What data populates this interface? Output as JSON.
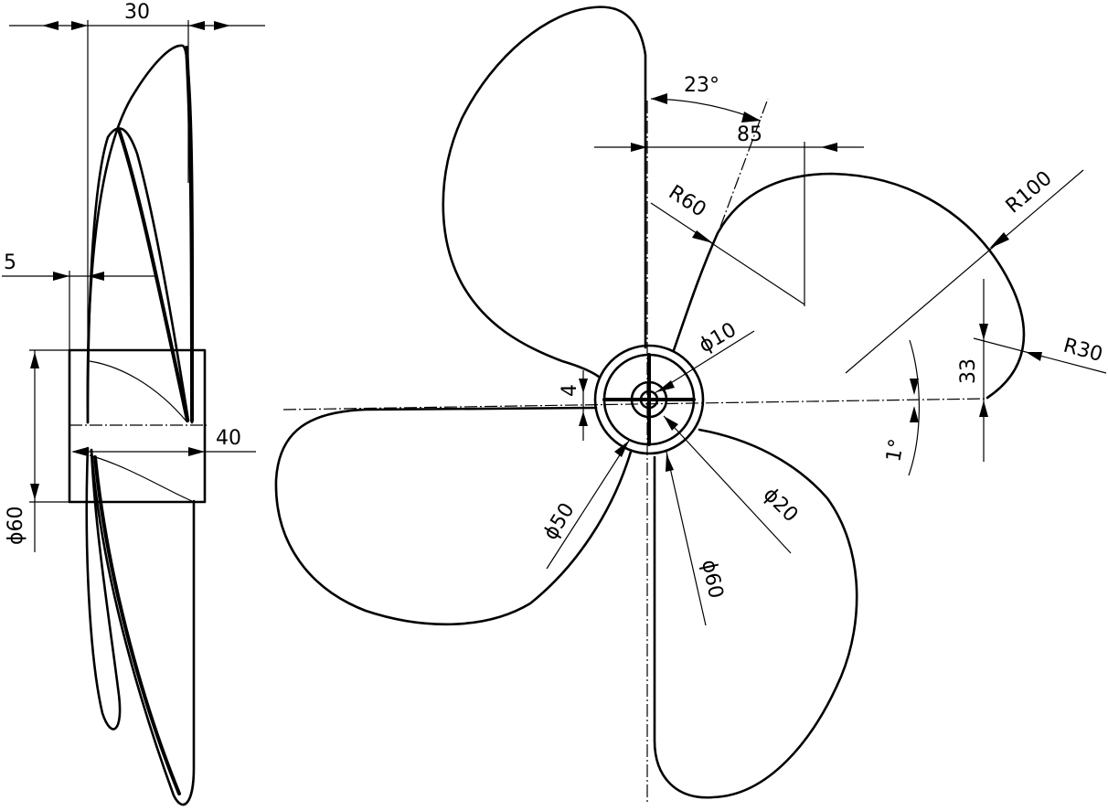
{
  "side_view": {
    "dim_width": "30",
    "dim_offset": "5",
    "dim_hub_length": "40",
    "dim_hub_diameter": "ϕ60"
  },
  "front_view": {
    "dim_angle": "23°",
    "dim_distance": "85",
    "dim_r60": "R60",
    "dim_r100": "R100",
    "dim_r30": "R30",
    "dim_phi10": "ϕ10",
    "dim_phi20": "ϕ20",
    "dim_phi50": "ϕ50",
    "dim_phi60": "ϕ60",
    "dim_4": "4",
    "dim_33": "33",
    "dim_1deg": "1°"
  }
}
